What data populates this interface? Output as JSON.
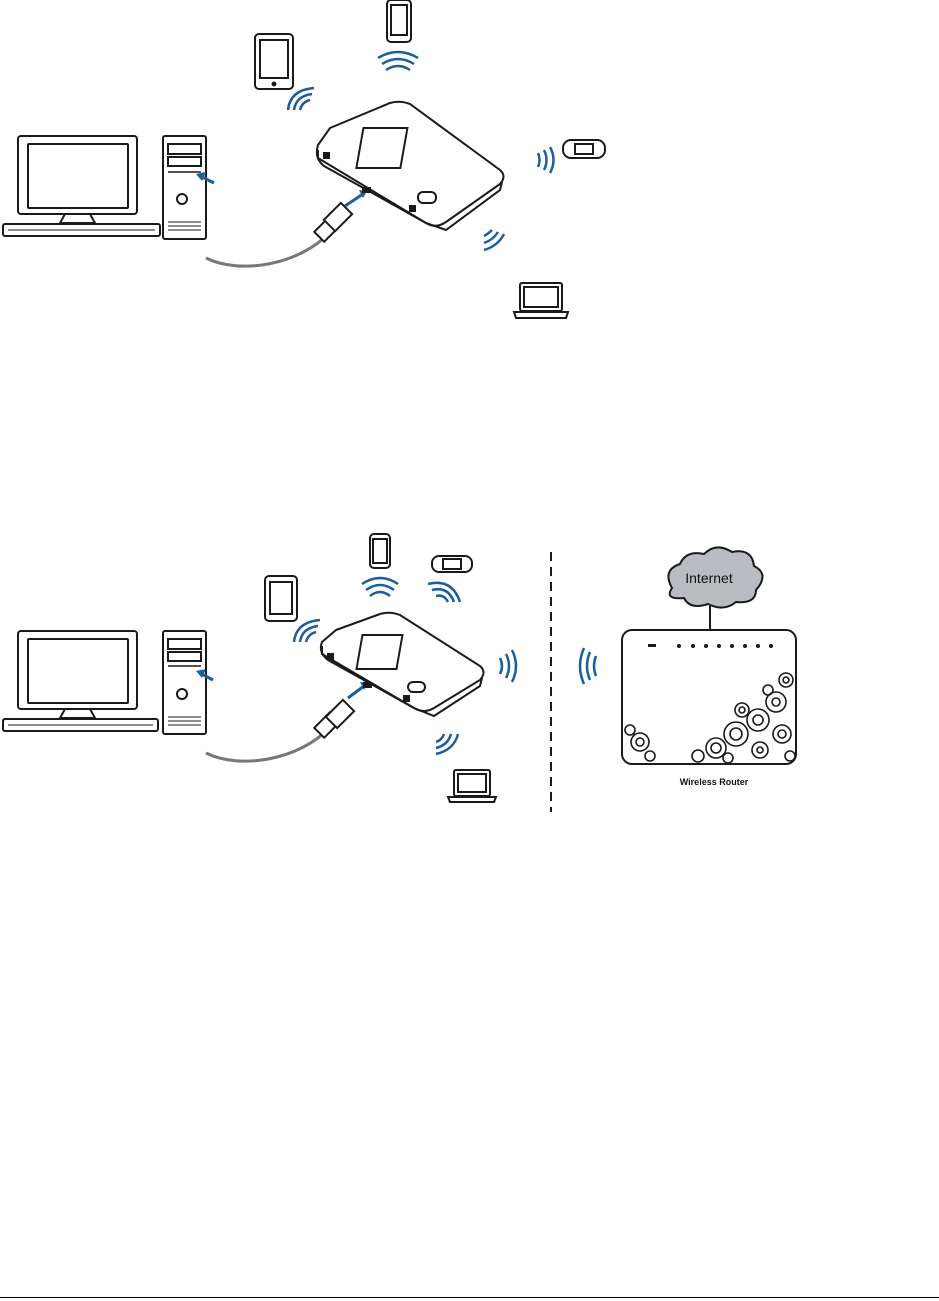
{
  "diagram_top": {
    "devices": [
      {
        "name": "desktop-computer"
      },
      {
        "name": "tablet"
      },
      {
        "name": "smartphone"
      },
      {
        "name": "handheld-game-console"
      },
      {
        "name": "laptop"
      },
      {
        "name": "mobile-hotspot"
      }
    ],
    "connection": "usb-cable"
  },
  "diagram_bottom": {
    "cloud_label": "Internet",
    "router_label": "Wireless Router",
    "devices": [
      {
        "name": "desktop-computer"
      },
      {
        "name": "tablet"
      },
      {
        "name": "smartphone"
      },
      {
        "name": "handheld-game-console"
      },
      {
        "name": "laptop"
      },
      {
        "name": "mobile-hotspot"
      },
      {
        "name": "wireless-router"
      }
    ]
  },
  "colors": {
    "wifi_wave": "#1c5e9a",
    "cloud_fill": "#b9bcc0",
    "line": "#1a1a1a"
  }
}
